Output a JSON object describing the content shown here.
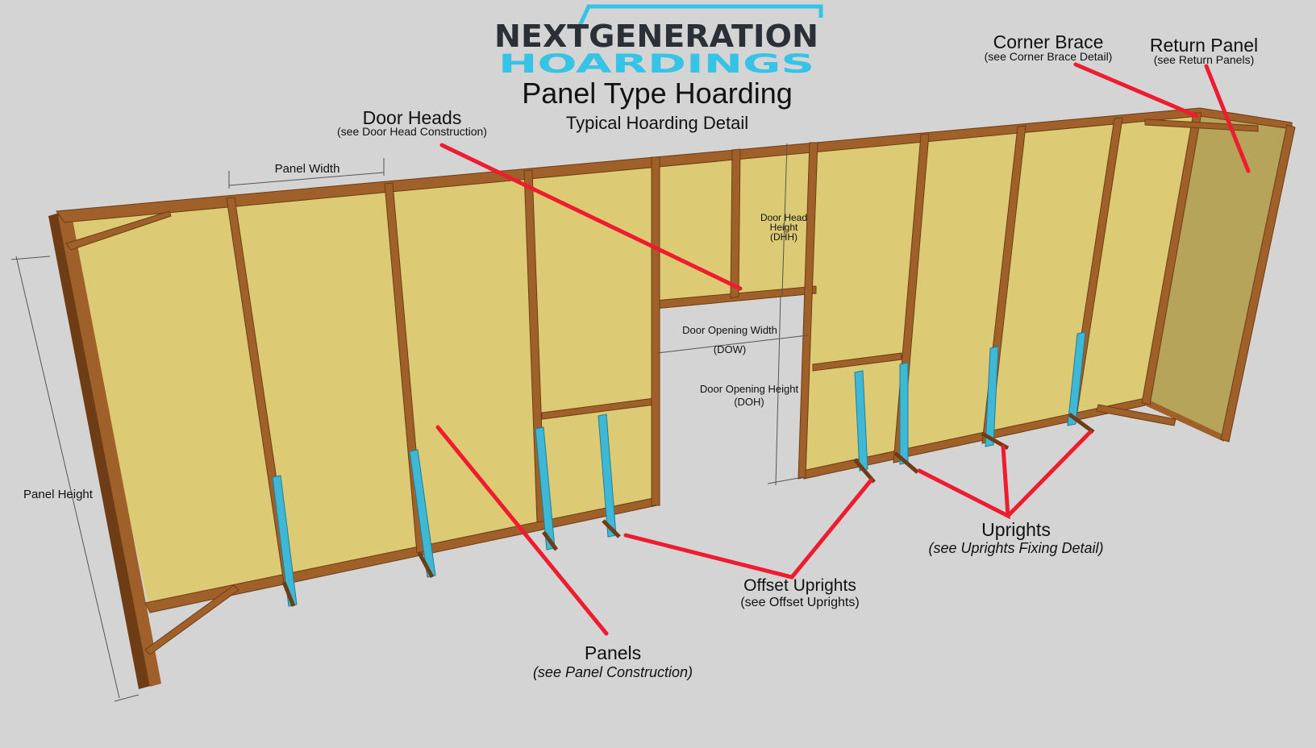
{
  "logo": {
    "line1": "NEXTGENERATION",
    "line2": "HOARDINGS",
    "dark_color": "#2b2f36",
    "accent_color": "#35c3e6"
  },
  "title": "Panel Type Hoarding",
  "subtitle": "Typical Hoarding Detail",
  "callouts": {
    "door_heads": {
      "label": "Door Heads",
      "note": "(see Door Head Construction)"
    },
    "corner_brace": {
      "label": "Corner Brace",
      "note": "(see Corner Brace Detail)"
    },
    "return_panel": {
      "label": "Return Panel",
      "note": "(see Return Panels)"
    },
    "uprights": {
      "label": "Uprights",
      "note": "(see Uprights Fixing Detail)"
    },
    "offset_uprights": {
      "label": "Offset Uprights",
      "note": "(see Offset Uprights)"
    },
    "panels": {
      "label": "Panels",
      "note": "(see Panel Construction)"
    }
  },
  "dimensions": {
    "panel_width": "Panel Width",
    "panel_height": "Panel Height",
    "door_head_height": [
      "Door Head",
      "Height",
      "(DHH)"
    ],
    "door_opening_width": [
      "Door Opening Width",
      "(DOW)"
    ],
    "door_opening_height": [
      "Door Opening Height",
      "(DOH)"
    ]
  },
  "colors": {
    "background": "#d4d4d4",
    "panel_fill": "#dccb74",
    "return_panel_fill": "#b5a45a",
    "timber": "#a0602a",
    "timber_dark": "#6e3d15",
    "upright_steel": "#3fb8d6",
    "leader_red": "#ee1c2e"
  }
}
